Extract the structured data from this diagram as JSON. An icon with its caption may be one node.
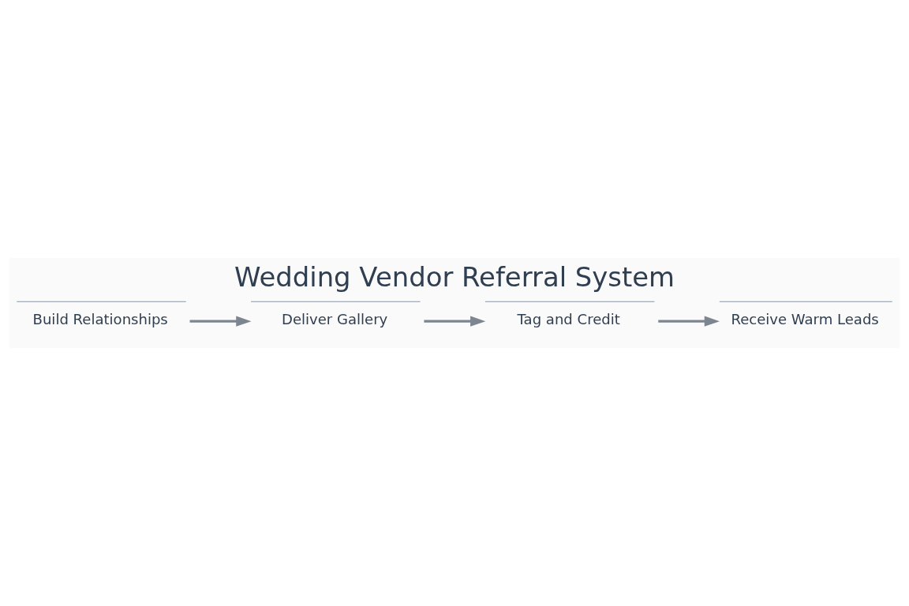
{
  "diagram": {
    "title": "Wedding Vendor Referral System",
    "nodes": [
      {
        "text": [
          "Build Relationships"
        ]
      },
      {
        "text": [
          "Deliver Gallery"
        ]
      },
      {
        "text": [
          "Tag and Credit"
        ]
      },
      {
        "text": [
          "Receive Warm Leads"
        ]
      }
    ],
    "edges": [
      {
        "from": 0,
        "to": 1,
        "arrow": "to"
      },
      {
        "from": 1,
        "to": 2,
        "arrow": "to"
      },
      {
        "from": 2,
        "to": 3,
        "arrow": "to"
      }
    ]
  }
}
